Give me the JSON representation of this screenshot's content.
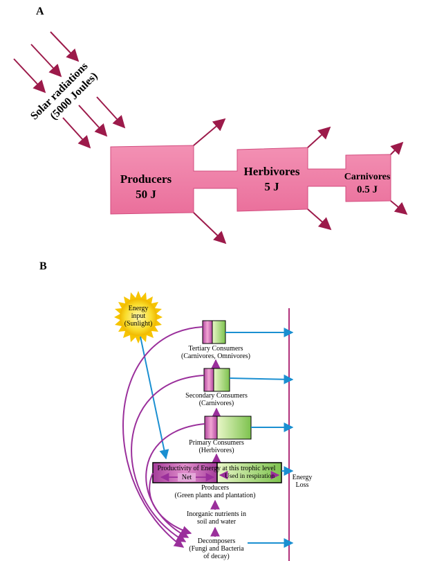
{
  "panel_a": {
    "label": "A",
    "solar": {
      "line1": "Solar radiations",
      "line2": "(5000 Joules)"
    },
    "producers": {
      "name": "Producers",
      "value": "50 J"
    },
    "herbivores": {
      "name": "Herbivores",
      "value": "5 J"
    },
    "carnivores": {
      "name": "Carnivores",
      "value": "0.5 J"
    }
  },
  "panel_b": {
    "label": "B",
    "sun": {
      "line1": "Energy",
      "line2": "input",
      "line3": "(Sunlight)"
    },
    "tertiary": {
      "line1": "Tertiary Consumers",
      "line2": "(Carnivores, Omnivores)"
    },
    "secondary": {
      "line1": "Secondary Consumers",
      "line2": "(Carnivores)"
    },
    "primary": {
      "line1": "Primary Consumers",
      "line2": "(Herbivores)"
    },
    "productivity": {
      "title": "Productivity of Energy at this trophic level",
      "net": "Net",
      "respiration": "Used in respiration"
    },
    "producers": {
      "line1": "Producers",
      "line2": "(Green plants and plantation)"
    },
    "nutrients": {
      "line1": "Inorganic nutrients in",
      "line2": "soil and water"
    },
    "decomposers": {
      "line1": "Decomposers",
      "line2": "(Fungi and Bacteria",
      "line3": "of decay)"
    },
    "energy_loss": {
      "line1": "Energy",
      "line2": "Loss"
    }
  },
  "colors": {
    "pink_fill": "#f07da4",
    "pink_light": "#f39bbb",
    "maroon_arrow": "#9c1a4a",
    "purple": "#9a2f9b",
    "blue": "#1a8fd1",
    "green": "#9bd16a",
    "sun": "#f7d21b"
  }
}
